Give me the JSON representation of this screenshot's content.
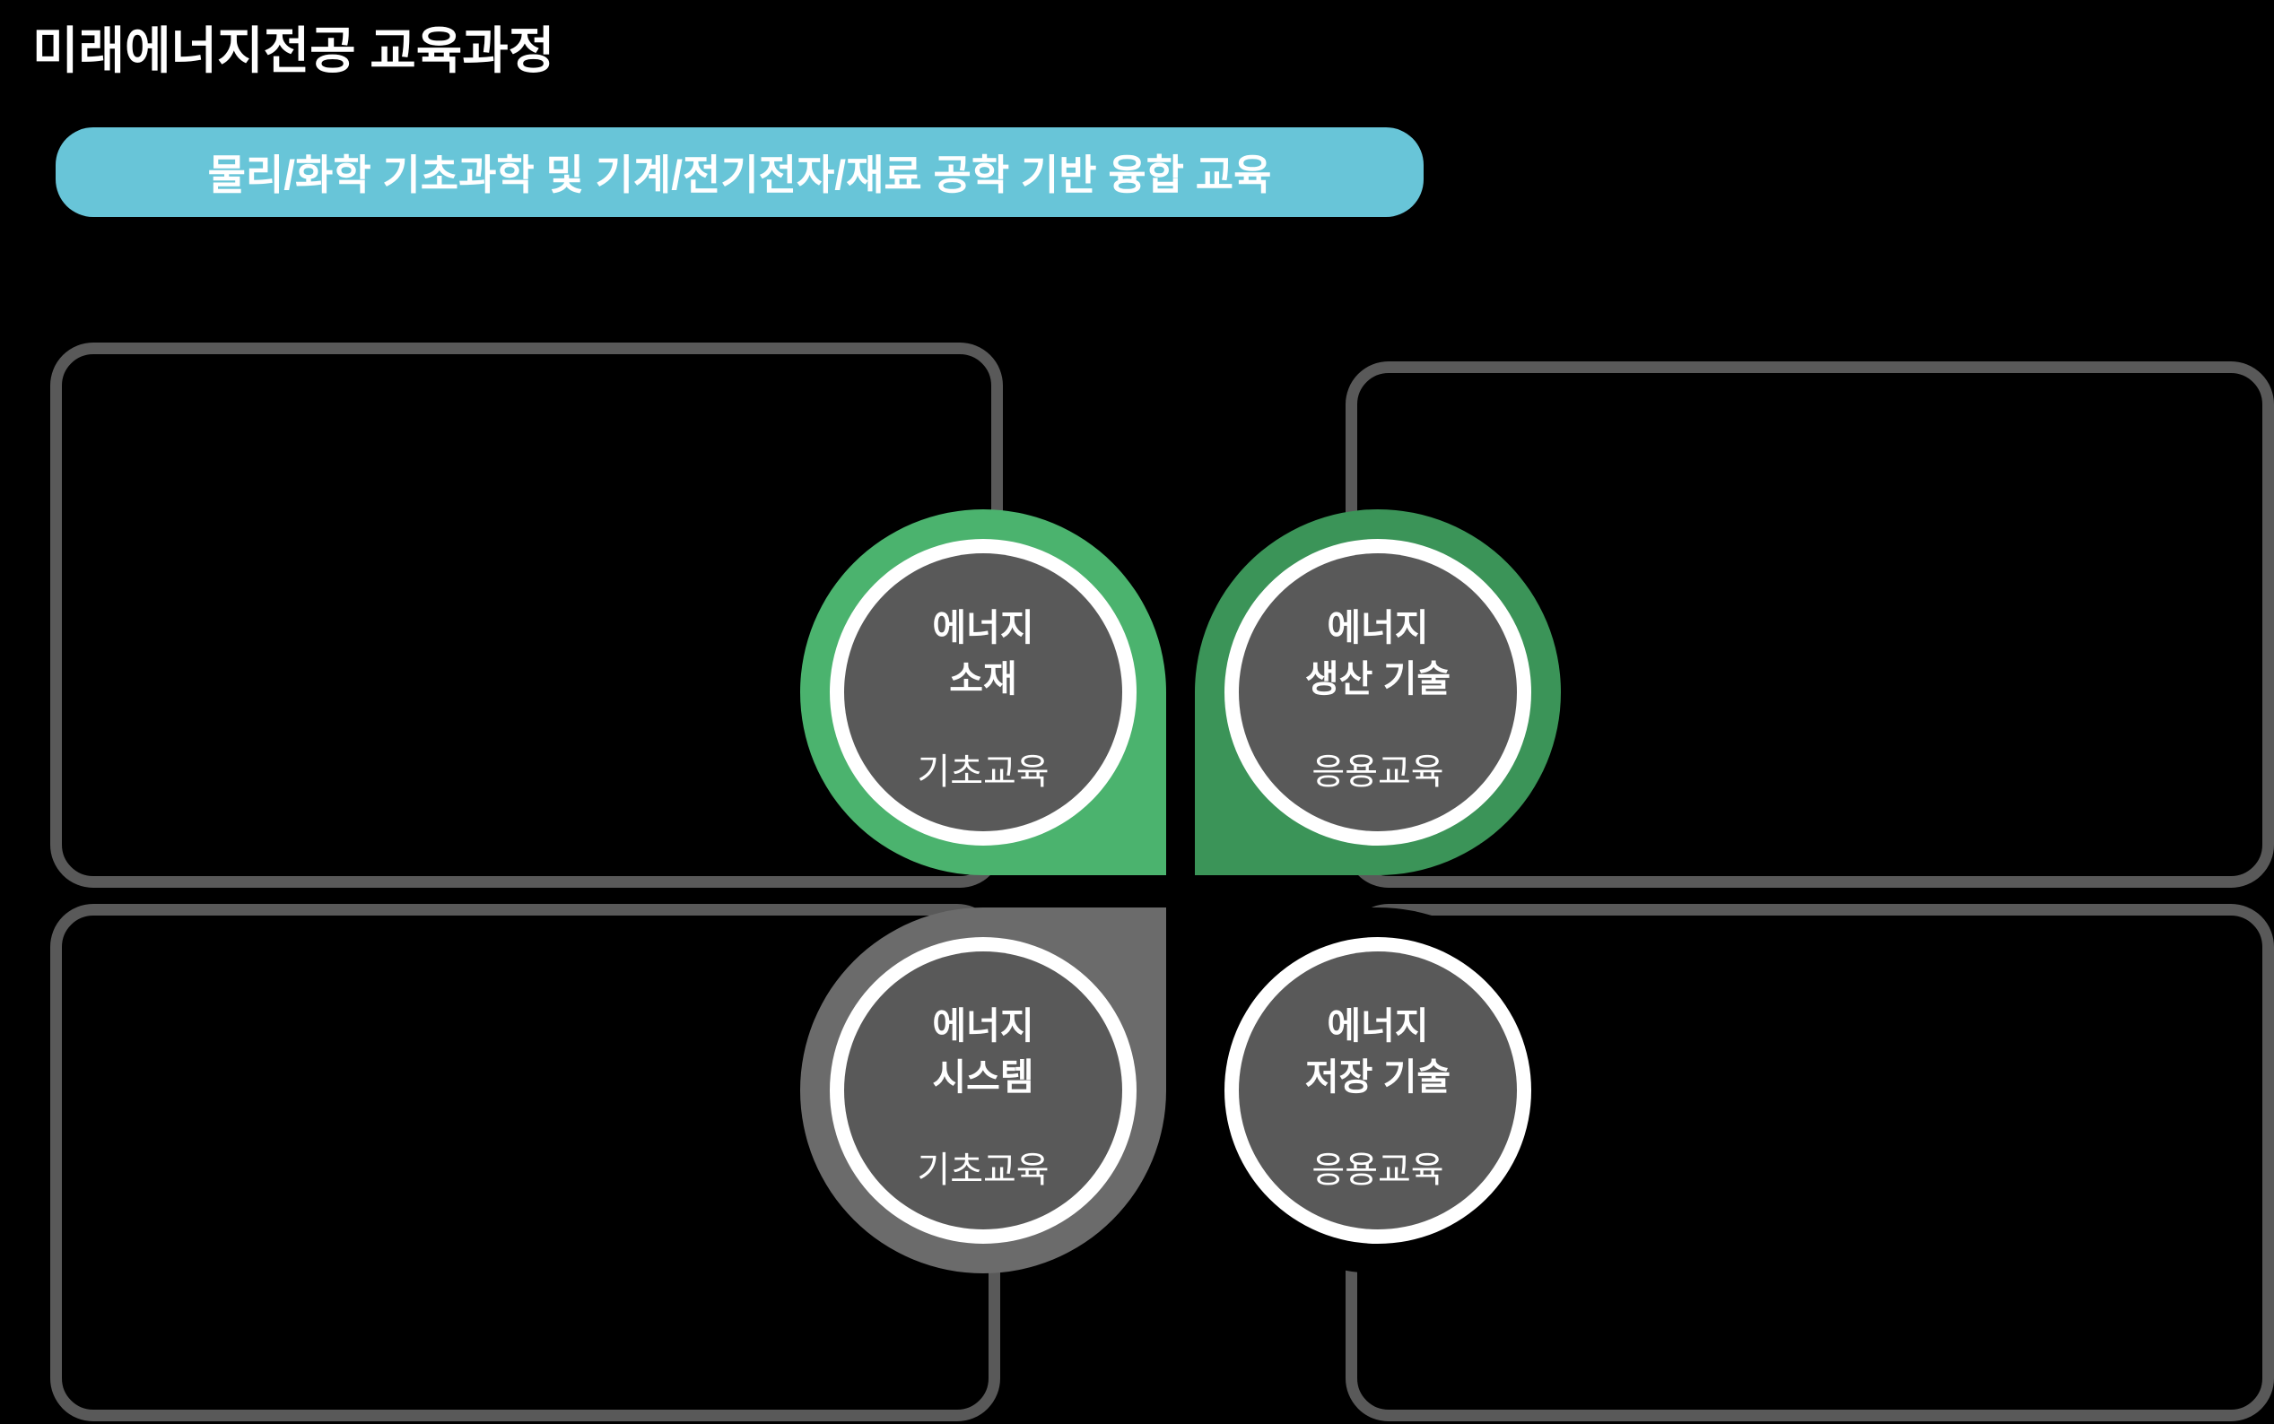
{
  "page": {
    "title": "미래에너지전공 교육과정",
    "title_color": "#FFFFFF",
    "background_color": "#000000"
  },
  "banner": {
    "text": "물리/화학 기초과학 및 기계/전기전자/재료 공학 기반 융합 교육",
    "bg_color": "#68C5D8",
    "text_color": "#FFFFFF"
  },
  "boxes": {
    "border_color": "#595959",
    "items": [
      {
        "position": "top-left"
      },
      {
        "position": "top-right"
      },
      {
        "position": "bottom-left"
      },
      {
        "position": "bottom-right"
      }
    ]
  },
  "circles": [
    {
      "id": "energy-materials",
      "position": "top-left",
      "title_lines": [
        "에너지",
        "소재"
      ],
      "subtitle": "기초교육",
      "teardrop_color": "#4BB36E",
      "ring_color": "#FFFFFF",
      "inner_color": "#595959",
      "text_color": "#FFFFFF",
      "square_corner": "bottom-right"
    },
    {
      "id": "energy-production",
      "position": "top-right",
      "title_lines": [
        "에너지",
        "생산 기술"
      ],
      "subtitle": "응용교육",
      "teardrop_color": "#3B9458",
      "ring_color": "#FFFFFF",
      "inner_color": "#595959",
      "text_color": "#FFFFFF",
      "square_corner": "bottom-left"
    },
    {
      "id": "energy-systems",
      "position": "bottom-left",
      "title_lines": [
        "에너지",
        "시스템"
      ],
      "subtitle": "기초교육",
      "teardrop_color": "#6B6B6B",
      "ring_color": "#FFFFFF",
      "inner_color": "#595959",
      "text_color": "#FFFFFF",
      "square_corner": "top-right"
    },
    {
      "id": "energy-storage",
      "position": "bottom-right",
      "title_lines": [
        "에너지",
        "저장 기술"
      ],
      "subtitle": "응용교육",
      "teardrop_color": "#000000",
      "ring_color": "#FFFFFF",
      "inner_color": "#595959",
      "text_color": "#FFFFFF",
      "square_corner": "top-left"
    }
  ]
}
